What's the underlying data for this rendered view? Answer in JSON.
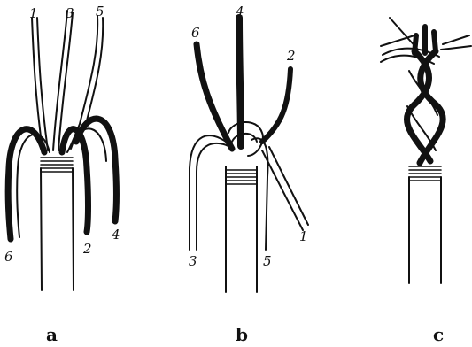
{
  "panels": [
    {
      "letter": "a",
      "strand_labels": [
        "1",
        "3",
        "5",
        "6",
        "2",
        "4"
      ]
    },
    {
      "letter": "b",
      "strand_labels": [
        "6",
        "4",
        "2",
        "3",
        "5",
        "1"
      ]
    },
    {
      "letter": "c",
      "strand_labels": []
    }
  ],
  "colors": {
    "ink": "#111111",
    "paper": "#ffffff"
  }
}
